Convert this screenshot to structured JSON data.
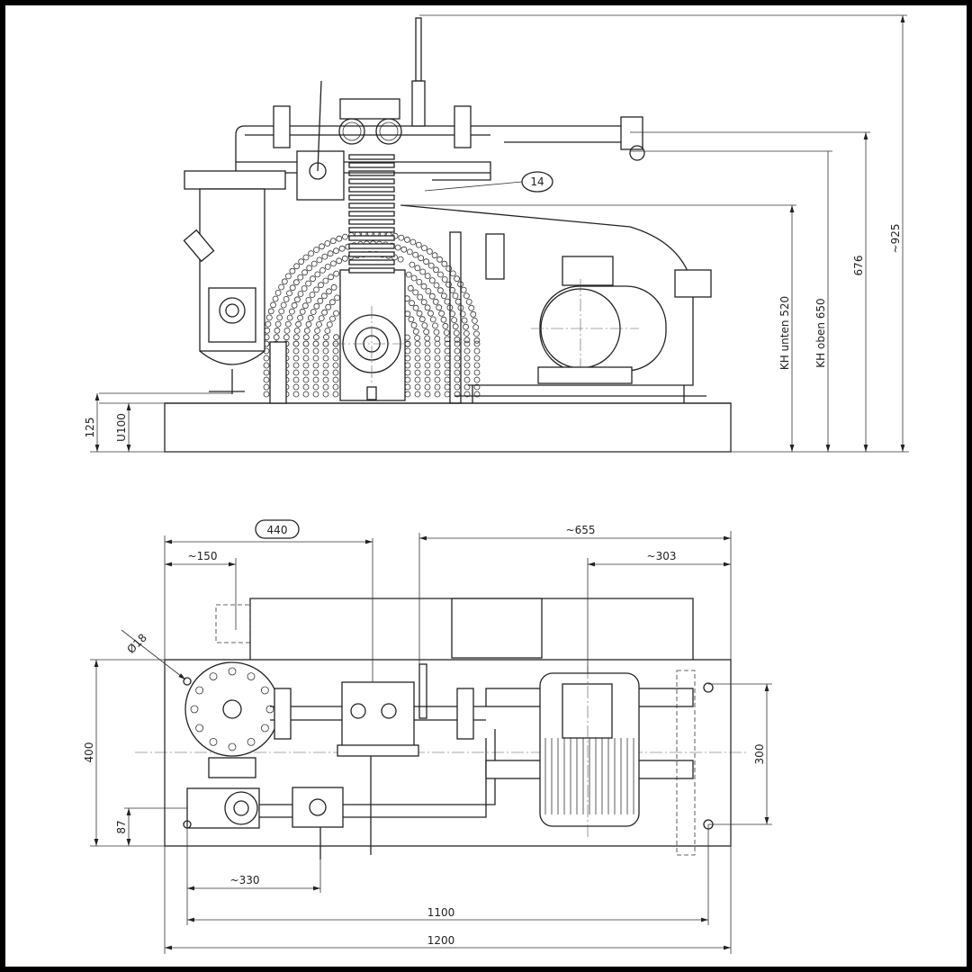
{
  "drawing": {
    "side_view": {
      "callout": "14",
      "dims": {
        "base_height": "125",
        "channel": "U100",
        "kh_lower": "KH unten 520",
        "kh_upper": "KH oben 650",
        "h676": "676",
        "overall_height": "~925"
      }
    },
    "top_view": {
      "dims": {
        "d440": "440",
        "d150": "~150",
        "d655": "~655",
        "d303": "~303",
        "hole": "Ø18",
        "width": "400",
        "d87": "87",
        "d300": "300",
        "d330": "~330",
        "d1100": "1100",
        "d1200": "1200"
      }
    }
  }
}
